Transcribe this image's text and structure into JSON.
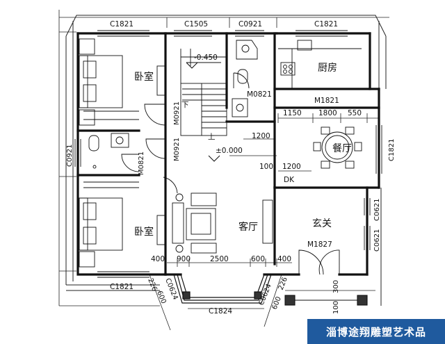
{
  "rooms": {
    "bedroom_top": "卧室",
    "bedroom_bottom": "卧室",
    "kitchen": "厨房",
    "dining": "餐厅",
    "living": "客厅",
    "foyer": "玄关"
  },
  "windows": {
    "top_left": "C1821",
    "top_mid": "C1505",
    "top_small": "C0921",
    "top_right": "C1821",
    "bottom_left": "C1821",
    "bottom_mid": "C1824",
    "left_side": "C0921",
    "right_side": "C1821",
    "foyer_a": "C0621",
    "foyer_b": "C0621",
    "bay_left": "C0624",
    "bay_right": "C0624"
  },
  "doors": {
    "m0921_a": "M0921",
    "m0921_b": "M0921",
    "m0821_a": "M0821",
    "m0821_b": "M0821",
    "m1821": "M1821",
    "m1827": "M1827"
  },
  "levels": {
    "lower": "-0.450",
    "ground": "±0.000"
  },
  "dimensions": {
    "d1150": "1150",
    "d1800": "1800",
    "d550": "550",
    "d1200_a": "1200",
    "d100": "100",
    "d1200_b": "1200",
    "d400_a": "400",
    "d900": "900",
    "d2500": "2500",
    "d600": "600",
    "d400_b": "400",
    "d226_a": "226",
    "d600_b": "600",
    "d226_b": "226",
    "d600_c": "600",
    "d100_b": "100",
    "d300": "300"
  },
  "stair": {
    "down": "下",
    "up": "上",
    "dk": "DK"
  },
  "watermark": "淄博途翔雕塑艺术品"
}
